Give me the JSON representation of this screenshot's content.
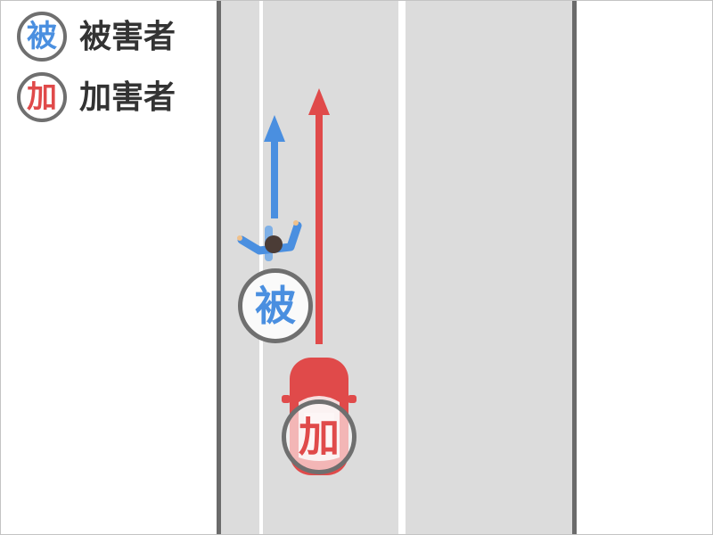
{
  "legend": {
    "victim": {
      "badge": "被",
      "label": "被害者",
      "color": "#4a8fe0"
    },
    "perpetrator": {
      "badge": "加",
      "label": "加害者",
      "color": "#e04a4a"
    }
  },
  "scene": {
    "victim_marker": "被",
    "perpetrator_marker": "加",
    "victim_icon": "pedestrian-icon",
    "perpetrator_icon": "car-icon"
  },
  "colors": {
    "road": "#dcdcdc",
    "road_edge": "#6b6b6b",
    "lane_line": "#ffffff",
    "victim": "#4a8fe0",
    "perpetrator": "#e04a4a",
    "badge_border": "#6f6f6f"
  }
}
